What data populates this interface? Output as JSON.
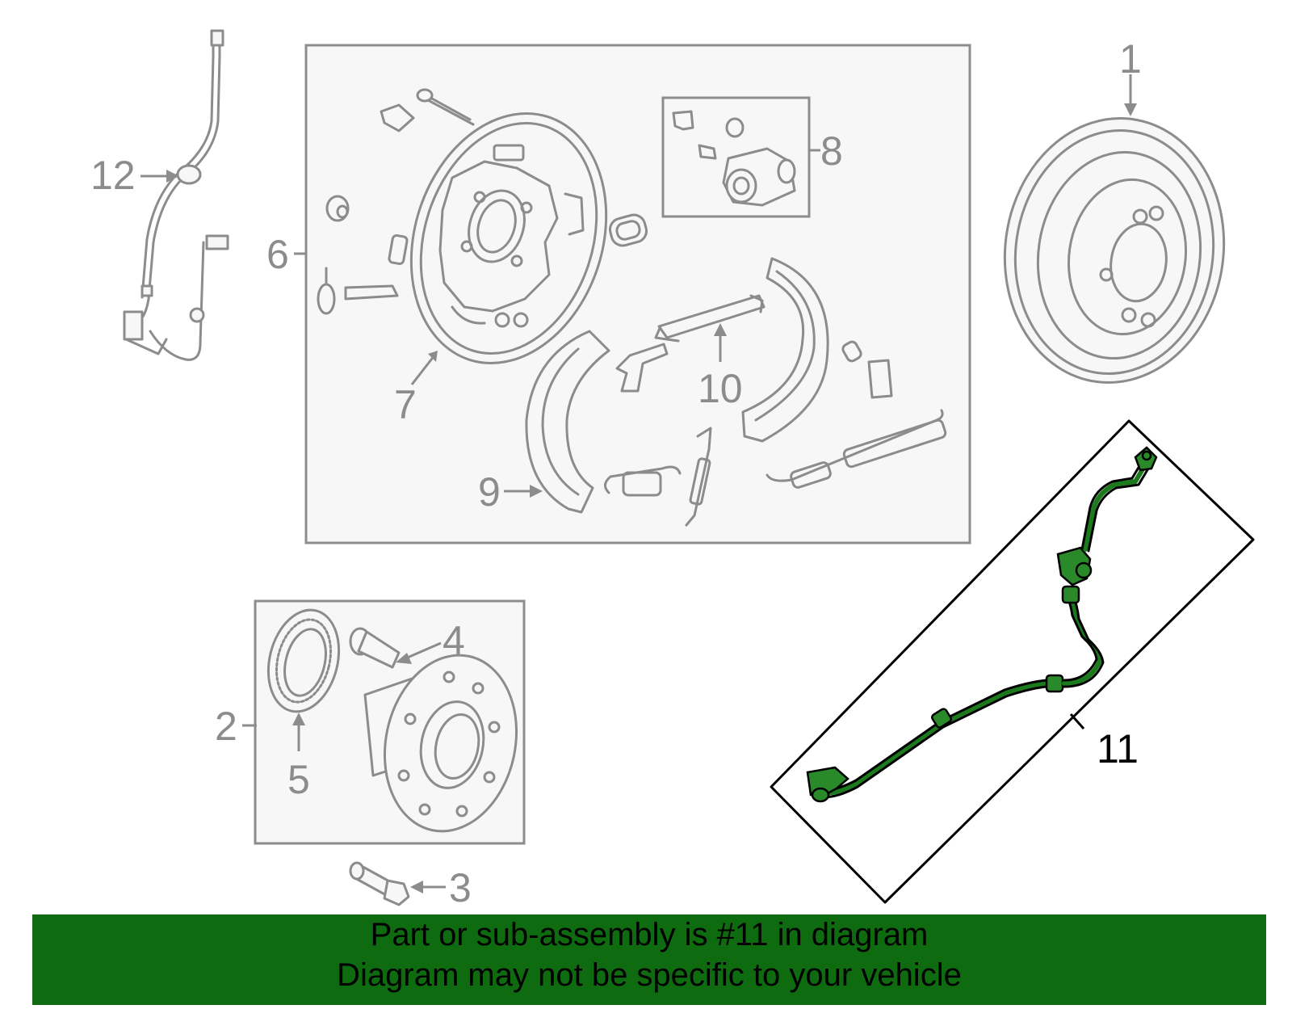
{
  "callouts": {
    "c1": "1",
    "c2": "2",
    "c3": "3",
    "c4": "4",
    "c5": "5",
    "c6": "6",
    "c7": "7",
    "c8": "8",
    "c9": "9",
    "c10": "10",
    "c11": "11",
    "c12": "12"
  },
  "highlighted_callout": "11",
  "colors": {
    "banner": "#0f6b0f",
    "highlight_part": "#2a8a2a",
    "linework": "#8c8c8c",
    "box_fill": "#f7f7f7"
  },
  "banner": {
    "line1": "Part or sub-assembly is #11 in diagram",
    "line2": "Diagram may not be specific to your vehicle"
  }
}
